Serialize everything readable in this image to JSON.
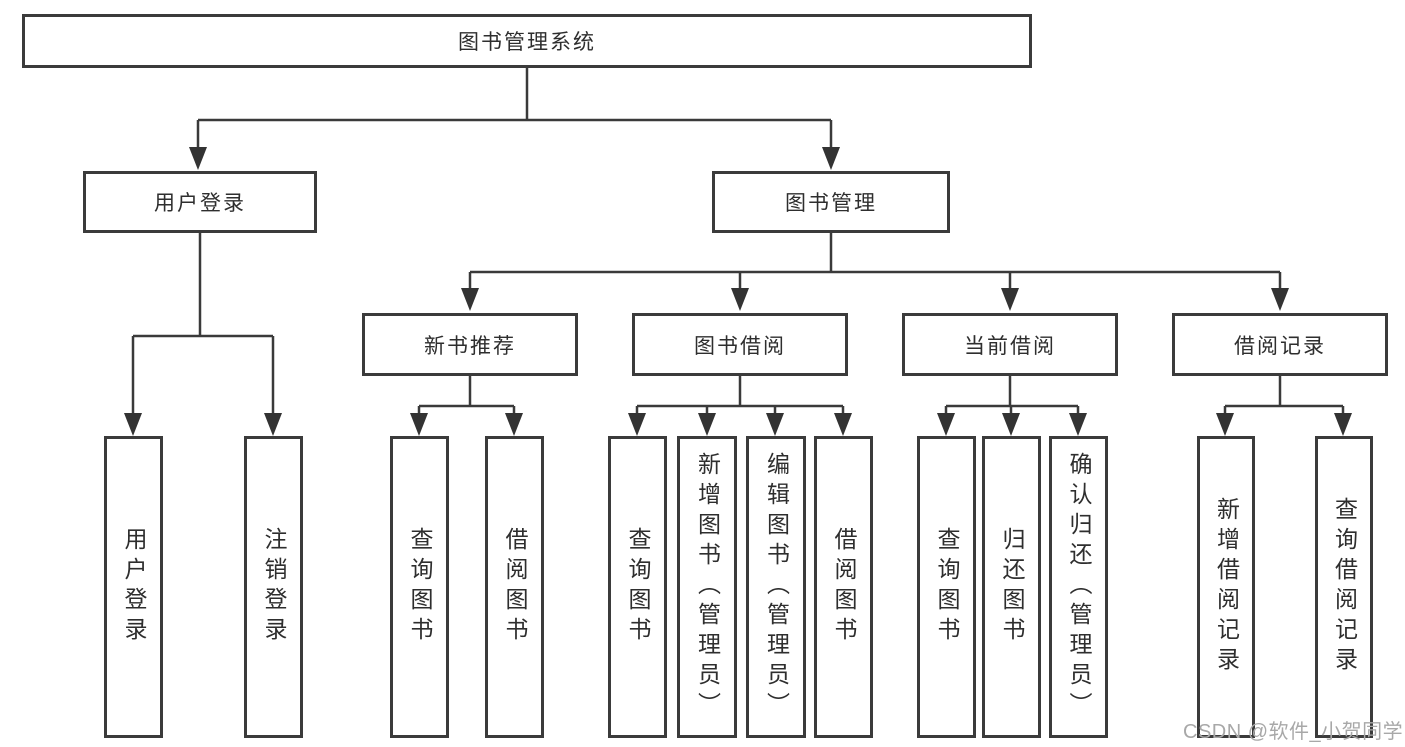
{
  "nodes": {
    "root": "图书管理系统",
    "user_login": "用户登录",
    "book_mgmt": "图书管理",
    "leaf_user_login": "用户登录",
    "leaf_logout": "注销登录",
    "new_book_rec": "新书推荐",
    "book_borrow": "图书借阅",
    "current_borrow": "当前借阅",
    "borrow_record": "借阅记录",
    "nb_query": "查询图书",
    "nb_borrow": "借阅图书",
    "bb_query": "查询图书",
    "bb_add": "新增图书（管理员）",
    "bb_edit": "编辑图书（管理员）",
    "bb_borrow": "借阅图书",
    "cb_query": "查询图书",
    "cb_return": "归还图书",
    "cb_confirm": "确认归还（管理员）",
    "br_add": "新增借阅记录",
    "br_query": "查询借阅记录"
  },
  "hierarchy": {
    "图书管理系统": {
      "用户登录": [
        "用户登录",
        "注销登录"
      ],
      "图书管理": {
        "新书推荐": [
          "查询图书",
          "借阅图书"
        ],
        "图书借阅": [
          "查询图书",
          "新增图书（管理员）",
          "编辑图书（管理员）",
          "借阅图书"
        ],
        "当前借阅": [
          "查询图书",
          "归还图书",
          "确认归还（管理员）"
        ],
        "借阅记录": [
          "新增借阅记录",
          "查询借阅记录"
        ]
      }
    }
  },
  "watermark": "CSDN @软件_小贺同学",
  "colors": {
    "line": "#3a3a3a",
    "box_border": "#3b3b3b",
    "text": "#2e2e2e",
    "watermark": "#a8a8a8",
    "background": "#ffffff"
  }
}
